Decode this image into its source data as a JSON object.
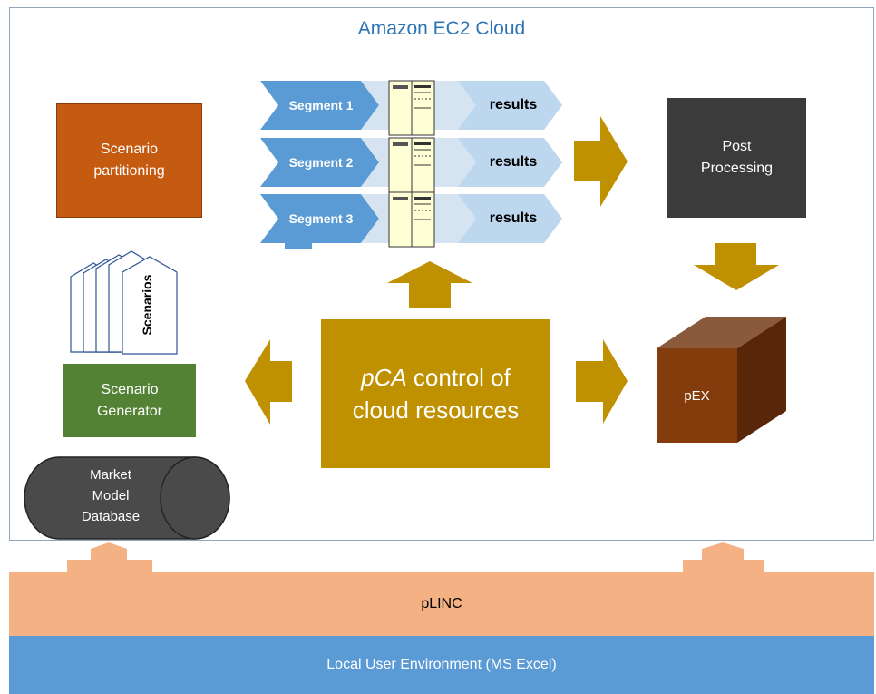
{
  "cloud": {
    "title": "Amazon EC2 Cloud"
  },
  "nodes": {
    "scenario_partitioning": [
      "Scenario",
      "partitioning"
    ],
    "post_processing": [
      "Post",
      "Processing"
    ],
    "scenario_generator": [
      "Scenario",
      "Generator"
    ],
    "scenarios": "Scenarios",
    "database": [
      "Market",
      "Model",
      "Database"
    ],
    "pex": "pEX",
    "pca": {
      "italic": "pCA",
      "rest1": " control of",
      "line2": "cloud resources"
    }
  },
  "segments": [
    {
      "label": "Segment 1",
      "result": "results"
    },
    {
      "label": "Segment 2",
      "result": "results"
    },
    {
      "label": "Segment 3",
      "result": "results"
    }
  ],
  "bands": {
    "plinc": "pLINC",
    "local": "Local User Environment (MS Excel)"
  },
  "colors": {
    "frame": "#8fa6bd",
    "title": "#2e75b6",
    "partition": "#c55a11",
    "post": "#3b3b3b",
    "generator": "#548235",
    "pca": "#bf9000",
    "arrow": "#bf9000",
    "segment": "#5b9bd5",
    "results": "#bdd7ee",
    "database": "#4a4a4a",
    "pex": "#843c0c",
    "plinc": "#f4b183",
    "local": "#5b9bd5"
  }
}
